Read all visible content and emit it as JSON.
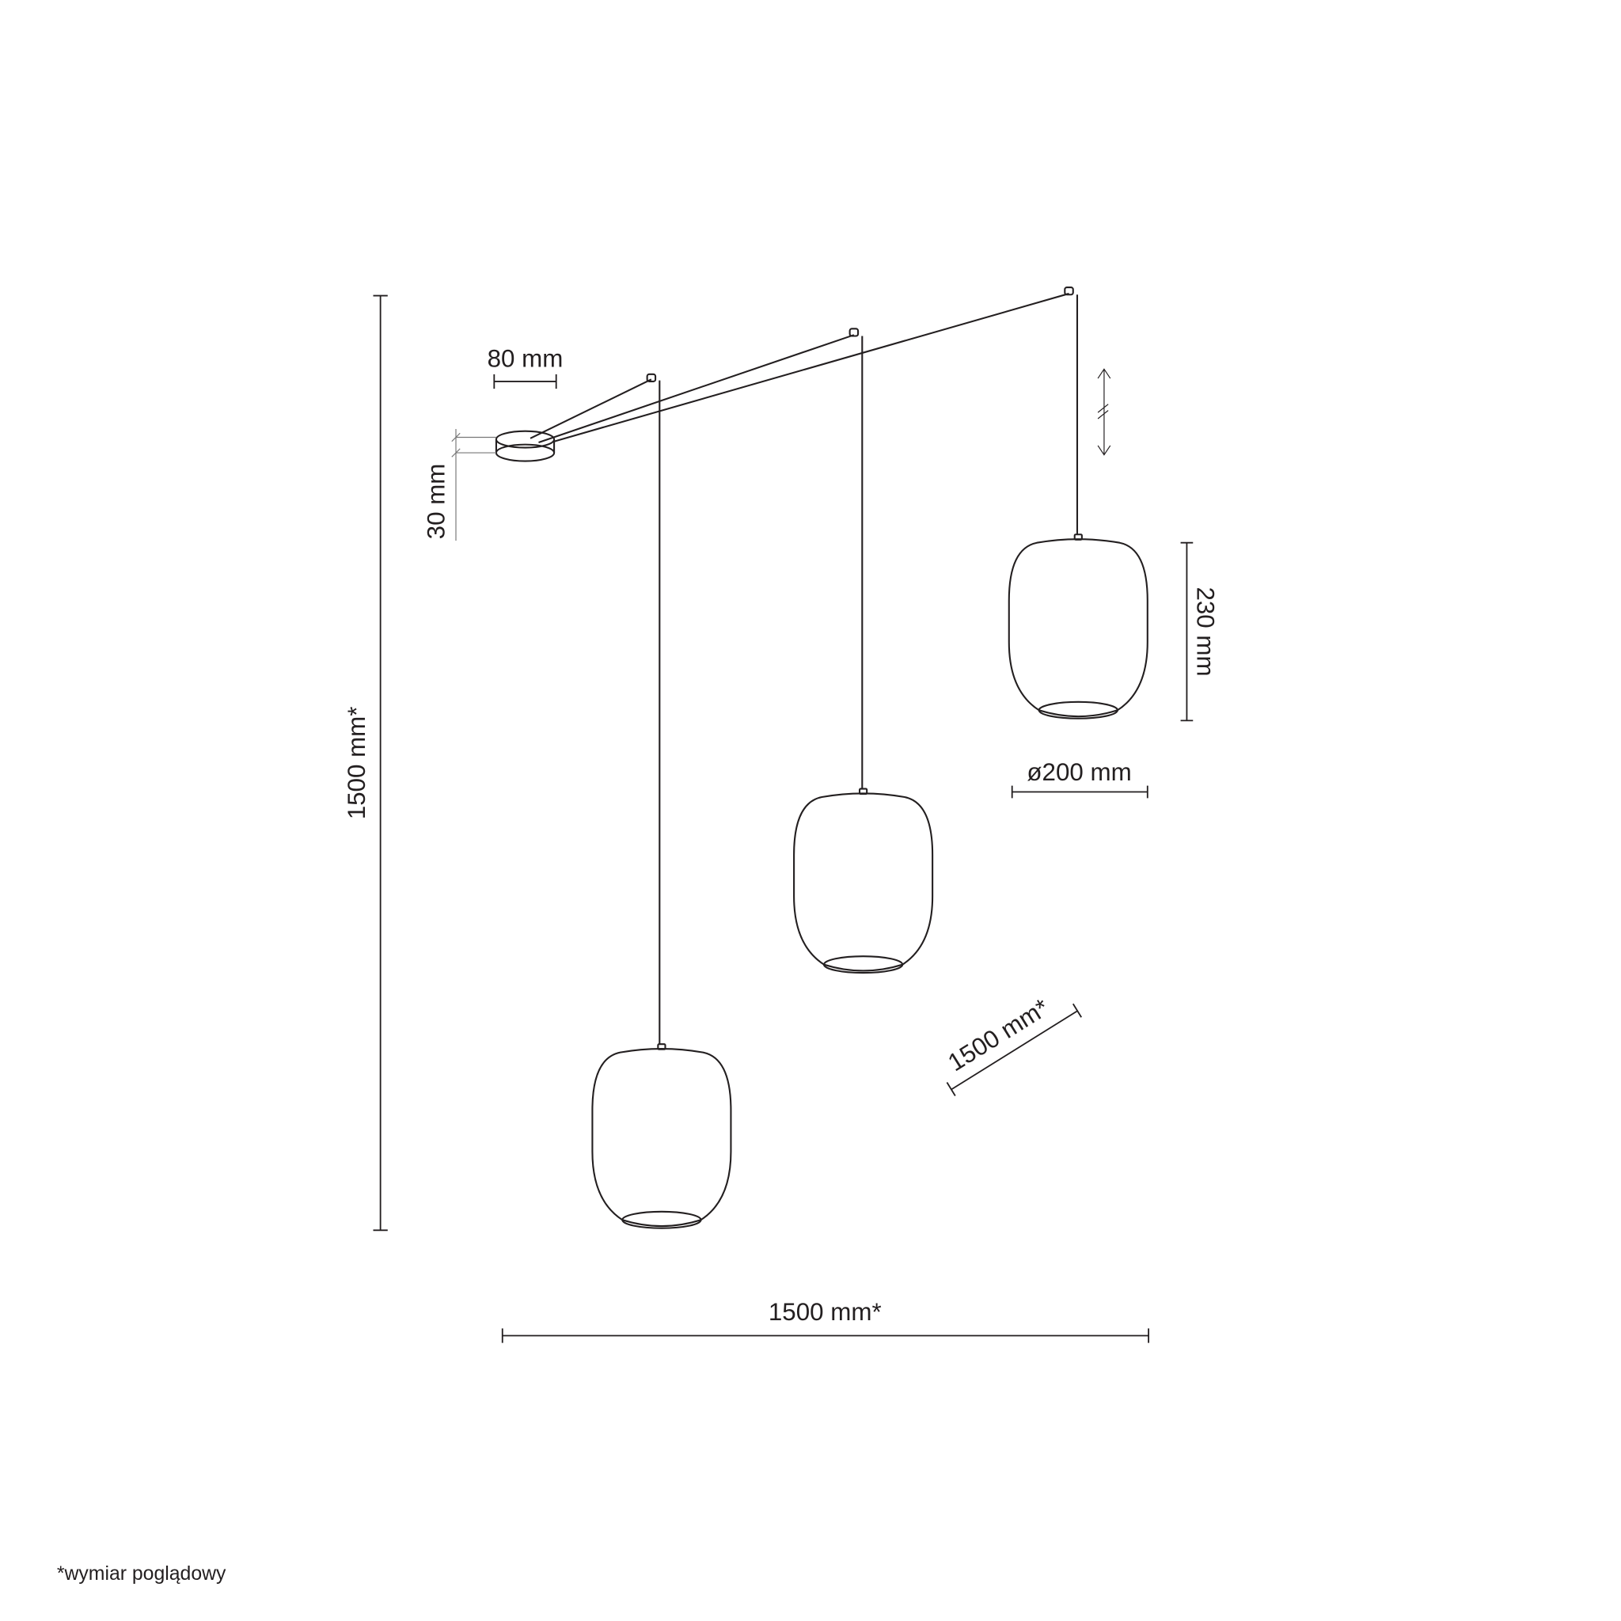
{
  "dimensions": {
    "canopy_diameter": "80 mm",
    "canopy_height": "30 mm",
    "total_height": "1500 mm*",
    "total_width": "1500 mm*",
    "depth": "1500 mm*",
    "shade_height": "230 mm",
    "shade_diameter": "ø200 mm"
  },
  "footnote": "*wymiar poglądowy",
  "colors": {
    "line": "#231f20",
    "background": "#ffffff"
  }
}
